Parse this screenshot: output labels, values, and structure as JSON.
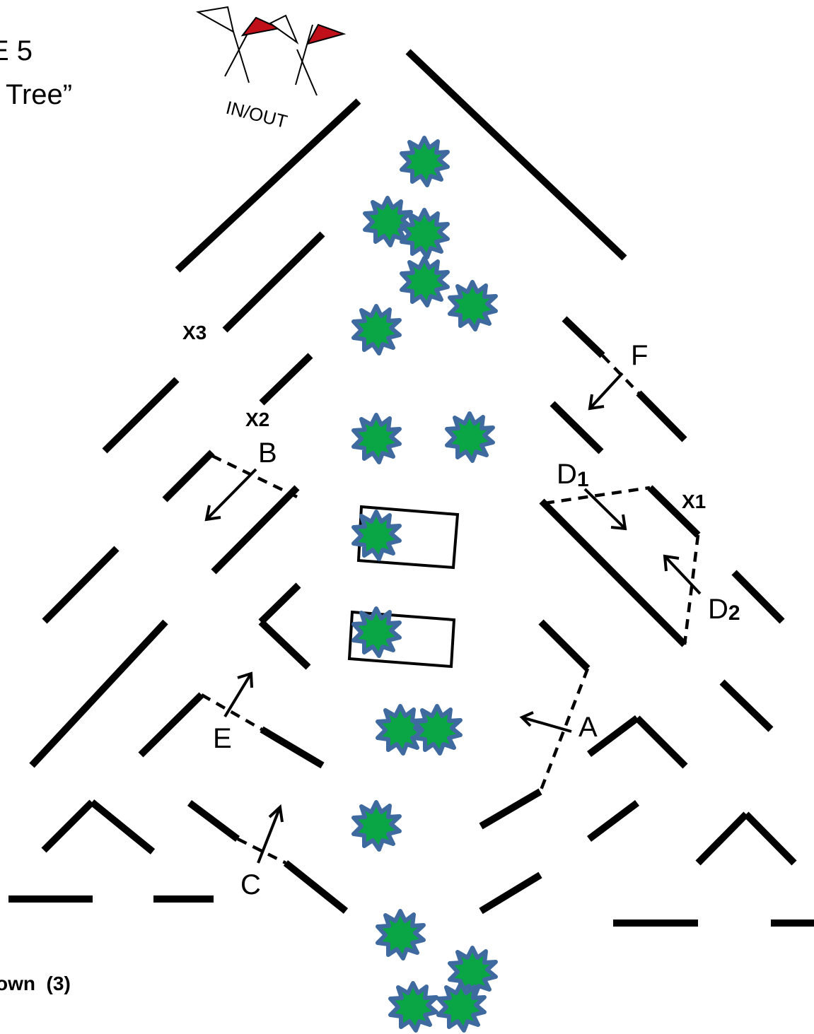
{
  "header": {
    "title_fragment": "E 5",
    "subtitle_fragment": "Tree”",
    "in_out_label": "IN/OUT"
  },
  "footer": {
    "note_fragment": "own  (3)"
  },
  "labels": {
    "x1": "X1",
    "x2": "X2",
    "x3": "X3",
    "a": "A",
    "b": "B",
    "c": "C",
    "d1_letter": "D",
    "d1_sub": "1",
    "d2_letter": "D",
    "d2_sub": "2",
    "e": "E",
    "f": "F"
  },
  "icons": {
    "flag": "in-out-flags-icon",
    "tree": "bush-icon",
    "arrow": "direction-arrow-icon"
  },
  "colors": {
    "flag_red": "#c0101a",
    "bush_fill": "#0aa645",
    "bush_outline": "#3f6aa0",
    "wall": "#000000"
  }
}
